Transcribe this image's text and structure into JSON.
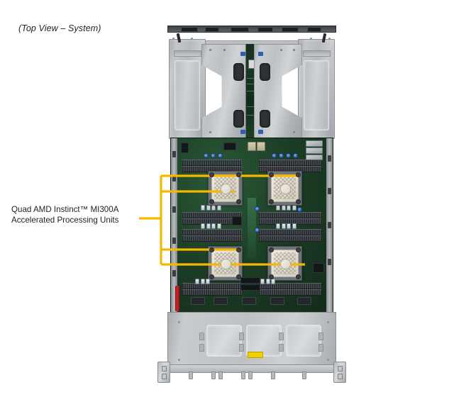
{
  "figure": {
    "caption": "(Top View – System)",
    "subject": "rack server chassis top view with cover removed"
  },
  "callout": {
    "line1": "Quad AMD Instinct™ MI300A",
    "line2": "Accelerated Processing Units",
    "leader_color": "#f5b800",
    "target_count": 4
  },
  "colors": {
    "background": "#ffffff",
    "text": "#231f20",
    "callout_line": "#f5b800",
    "pcb_green": "#16331f",
    "chassis_silver": "#bdc1c4",
    "heatsink_beige": "#e3ddd0",
    "warning_yellow": "#f2d000",
    "cable_red": "#d9242c",
    "accent_blue": "#2e5fb0"
  },
  "components": {
    "risers": [
      {
        "name": "riser-module-left"
      },
      {
        "name": "riser-module-right"
      }
    ],
    "shrouds": [
      {
        "name": "air-shroud-left"
      },
      {
        "name": "air-shroud-right"
      }
    ],
    "apus": [
      {
        "label": "apu-top-left"
      },
      {
        "label": "apu-top-right"
      },
      {
        "label": "apu-bottom-left"
      },
      {
        "label": "apu-bottom-right"
      }
    ],
    "bezel_panels": [
      {
        "name": "bezel-panel-1"
      },
      {
        "name": "bezel-panel-2"
      },
      {
        "name": "bezel-panel-3"
      }
    ],
    "rack_ears": [
      {
        "name": "rack-ear-left"
      },
      {
        "name": "rack-ear-right"
      }
    ],
    "warning_sticker": {
      "name": "warning-sticker"
    },
    "power_cable": {
      "name": "red-power-cable"
    }
  }
}
